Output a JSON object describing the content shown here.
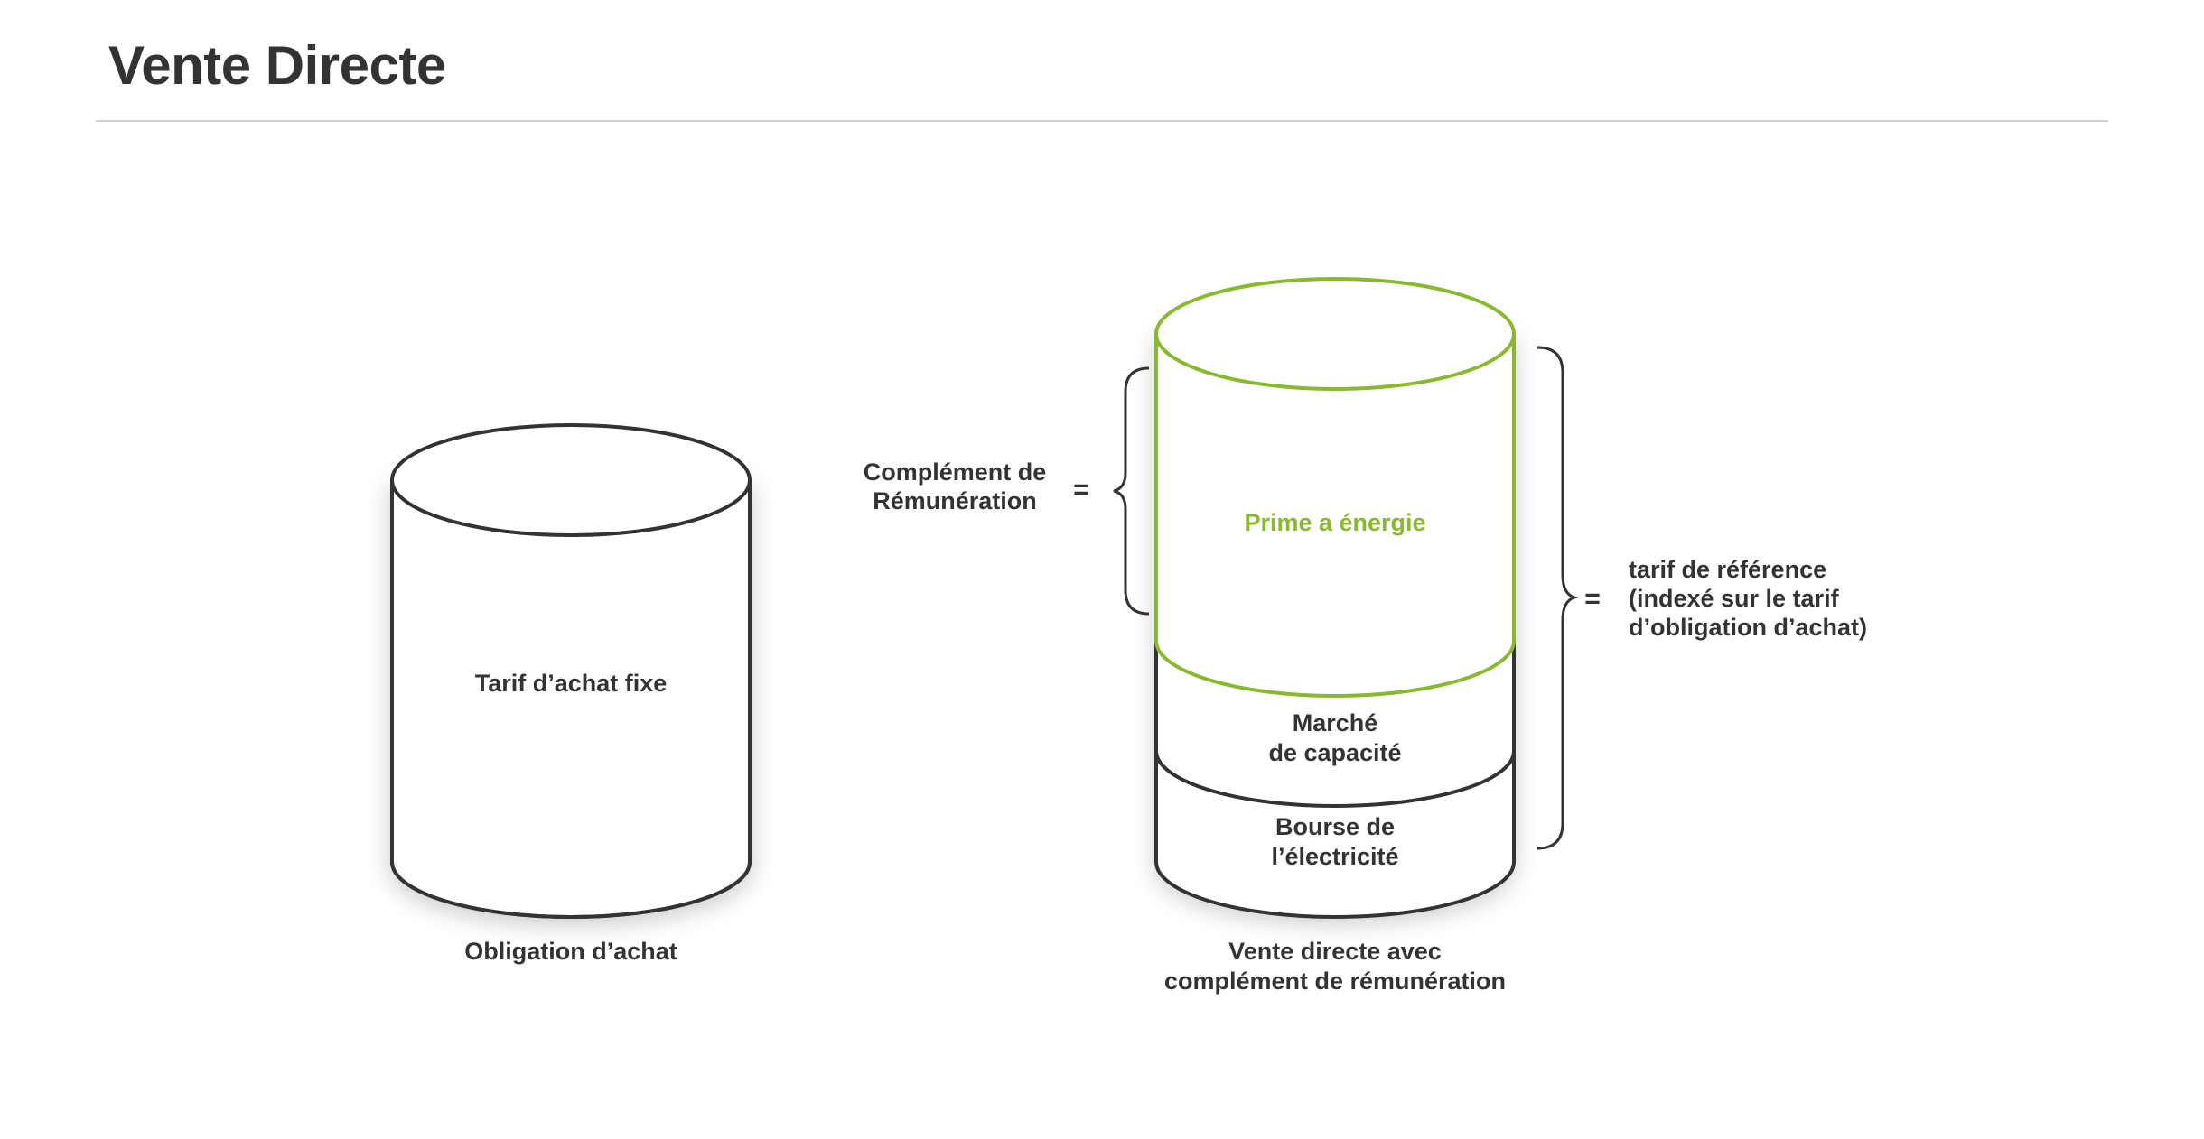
{
  "header": {
    "title": "Vente Directe"
  },
  "left_cylinder": {
    "inner_label": "Tarif d’achat fixe",
    "caption": "Obligation d’achat"
  },
  "right_cylinder": {
    "segments": {
      "top": "Prime a énergie",
      "middle": [
        "Marché",
        "de capacité"
      ],
      "bottom": [
        "Bourse de",
        "l’électricité"
      ]
    },
    "caption": [
      "Vente directe avec",
      "complément de rémunération"
    ]
  },
  "left_brace": {
    "label": [
      "Complément de",
      "Rémunération"
    ],
    "equals": "="
  },
  "right_brace": {
    "label": [
      "tarif de référence",
      "(indexé sur le tarif",
      "d’obligation d’achat)"
    ],
    "equals": "="
  },
  "colors": {
    "text": "#333333",
    "outline": "#333333",
    "accent_green": "#8ab82e",
    "rule": "#cfcfcf"
  }
}
